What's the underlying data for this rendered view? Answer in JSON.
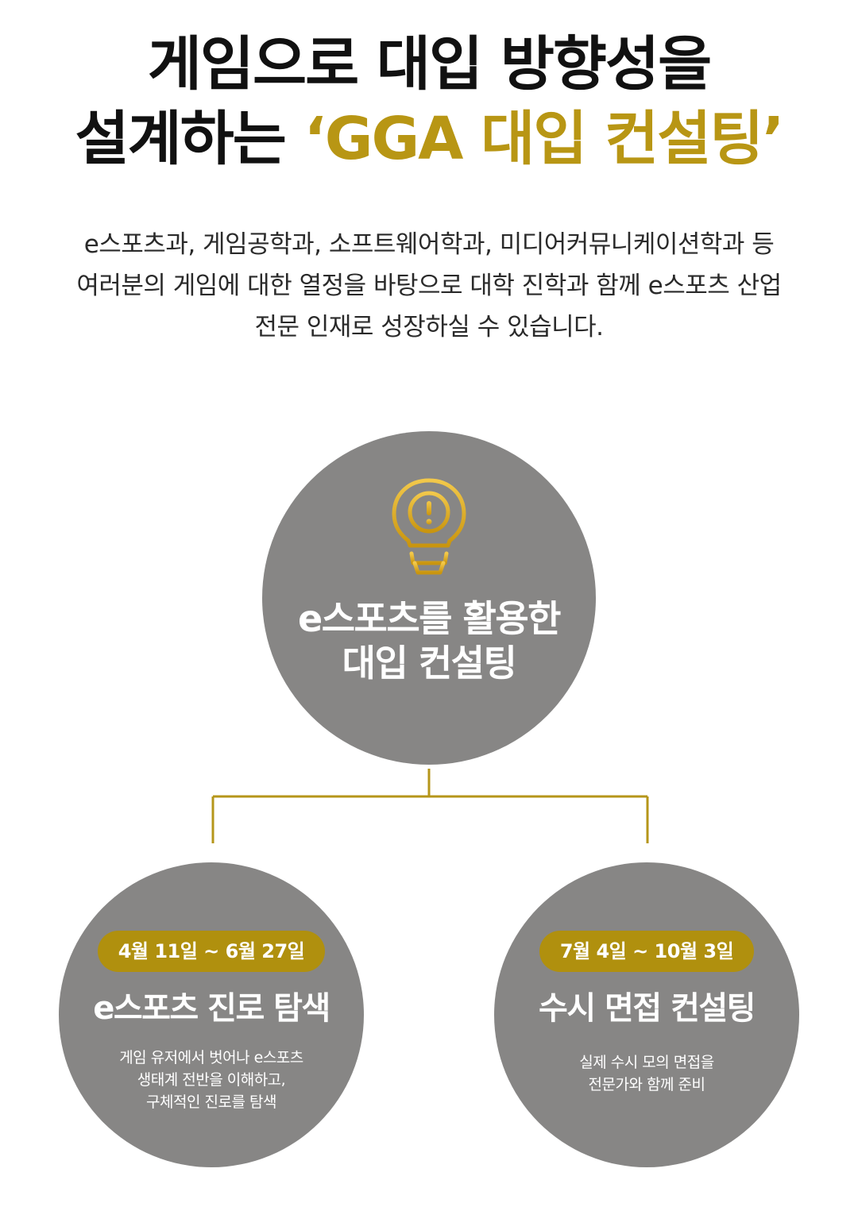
{
  "headline": {
    "line1": "게임으로 대입 방향성을",
    "line2_plain": "설계하는 ",
    "line2_accent": "‘GGA 대입 컨설팅’"
  },
  "description": {
    "lines": [
      "e스포츠과, 게임공학과, 소프트웨어학과, 미디어커뮤니케이션학과 등",
      "여러분의 게임에 대한 열정을 바탕으로 대학 진학과 함께 e스포츠 산업",
      "전문 인재로 성장하실 수 있습니다."
    ]
  },
  "main_node": {
    "icon": "lightbulb-exclamation-icon",
    "title_lines": [
      "e스포츠를 활용한",
      "대입 컨설팅"
    ]
  },
  "branches": [
    {
      "badge": "4월 11일 ~ 6월 27일",
      "title": "e스포츠 진로 탐색",
      "desc_lines": [
        "게임 유저에서 벗어나 e스포츠",
        "생태계 전반을 이해하고,",
        "구체적인 진로를 탐색"
      ]
    },
    {
      "badge": "7월 4일 ~ 10월 3일",
      "title": "수시 면접 컨설팅",
      "desc_lines": [
        "실제 수시 모의 면접을",
        "전문가와 함께 준비"
      ]
    }
  ],
  "colors": {
    "accent": "#b89614",
    "badge": "#b0900e",
    "circle": "#878685",
    "connector": "#b5961a",
    "text": "#111111"
  }
}
